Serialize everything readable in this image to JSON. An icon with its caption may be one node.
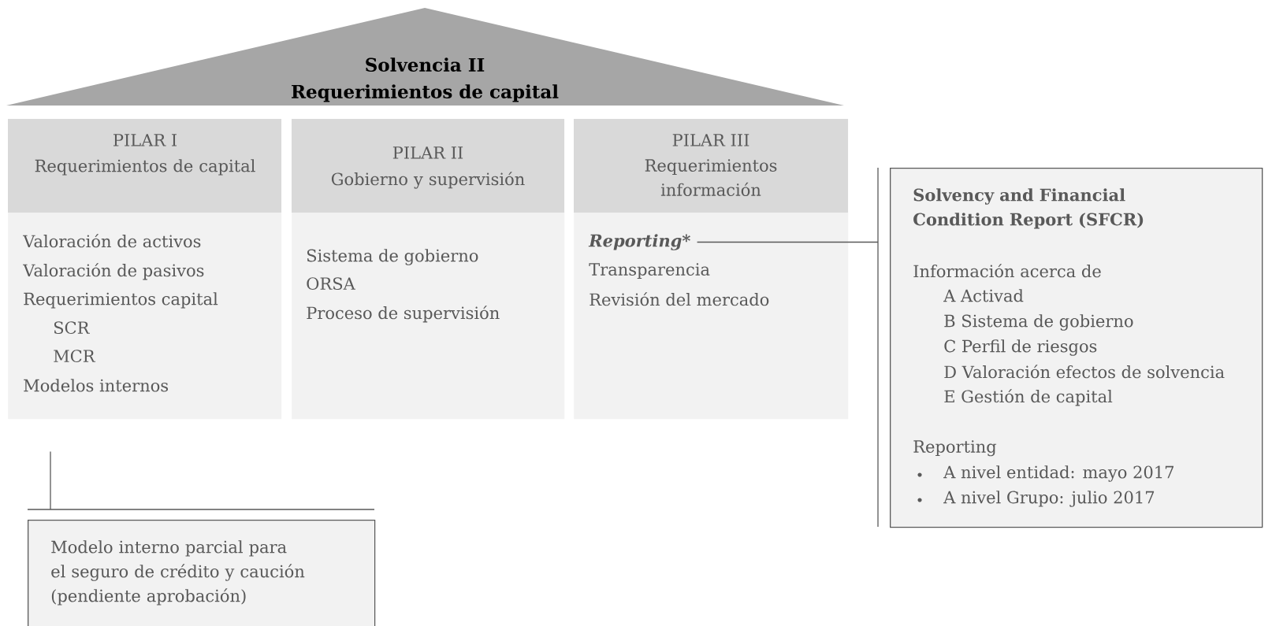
{
  "diagram": {
    "nodes": [
      {
        "text": [
          "Solvencia II",
          "Requerimientos de capital"
        ]
      },
      {
        "text": [
          "PILAR I",
          "Requerimientos de capital",
          "Valoración de activos",
          "Valoración de pasivos",
          "Requerimientos capital",
          "SCR",
          "MCR",
          "Modelos internos"
        ]
      },
      {
        "text": [
          "PILAR II",
          "Gobierno y supervisión",
          "Sistema de gobierno",
          "ORSA",
          "Proceso de supervisión"
        ]
      },
      {
        "text": [
          "PILAR III",
          "Requerimientos información",
          "Transparencia",
          "Revisión del mercado"
        ]
      },
      {
        "text": [
          "Reporting*"
        ],
        "in": 3
      },
      {
        "text": [
          "Solvency and Financial Condition Report (SFCR)",
          "Información acerca de",
          "A Activad",
          "B Sistema de gobierno",
          "C Perfil de riesgos",
          "D Valoración efectos de solvencia",
          "E Gestión de capital",
          "Reporting",
          "A nivel entidad: mayo 2017",
          "A nivel Grupo:  julio 2017"
        ]
      },
      {
        "text": [
          "Modelo interno parcial para el seguro de crédito y caución (pendiente aprobación)"
        ]
      }
    ],
    "edges": [
      {
        "from": 1,
        "to": 6,
        "arrow": "none"
      },
      {
        "from": 4,
        "to": 5,
        "arrow": "none"
      }
    ]
  }
}
